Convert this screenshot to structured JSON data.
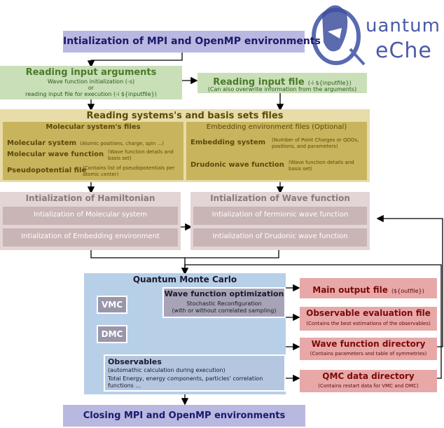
{
  "logo": {
    "line1": "uantum",
    "line2": "eChe"
  },
  "init_mpi": "Intialization of MPI and OpenMP environments",
  "reading_args": {
    "title": "Reading input arguments",
    "line1": "Wave function initialization (-s)",
    "line2": "or",
    "line3": "reading input file for execution (-i ${inputfile})"
  },
  "reading_file": {
    "title": "Reading input file",
    "title_note": "(-i ${inputfile})",
    "sub": "(Can also overwrite information from the arguments)"
  },
  "systems": {
    "title": "Reading systems's and basis sets files",
    "molecular": {
      "header": "Molecular system's files",
      "items": [
        {
          "name": "Molecular system",
          "note": "(Atomic positions, charge, spin ...)"
        },
        {
          "name": "Molecular wave function",
          "note1": "(Wave function details and",
          "note2": "basis set)"
        },
        {
          "name": "Pseudopotential file",
          "note1": "(Contains list of pseudopotentials per",
          "note2": "atomic center)"
        }
      ]
    },
    "embedding": {
      "header": "Embedding environment files (Optional)",
      "items": [
        {
          "name": "Embedding system",
          "note1": "(Number of Point Charges or QDOs,",
          "note2": "positions, and parameters)"
        },
        {
          "name": "Drudonic wave function",
          "note1": "(Wave function details and",
          "note2": "basis set)"
        }
      ]
    }
  },
  "hamiltonian": {
    "title": "Intialization of Hamiltonian",
    "items": [
      "Intialization of Molecular system",
      "Intialization of Embedding environment"
    ]
  },
  "wavefunction": {
    "title": "Intialization of Wave function",
    "items": [
      "Intialization of fermionic wave function",
      "Intialization of Drudonic wave function"
    ]
  },
  "qmc": {
    "title": "Quantum Monte Carlo",
    "vmc": "VMC",
    "dmc": "DMC",
    "opt": {
      "title": "Wave function optimization",
      "line1": "Stochastic Reconfiguration",
      "line2": "(with or without correlated sampling)"
    },
    "obs": {
      "title": "Observables",
      "line1": "(automathic calculation during execution)",
      "line2": "Total Energy, energy components, particles' correlation",
      "line3": "functions ..."
    }
  },
  "outputs": [
    {
      "title": "Main output file",
      "note": "(${outfile})"
    },
    {
      "title": "Observable evaluation file",
      "sub": "(Contains the best estimations of the observables)"
    },
    {
      "title": "Wave function directory",
      "sub": "(Contains parameters and table of symmetries)"
    },
    {
      "title": "QMC data directory",
      "sub": "(Contains restart data for VMC and DMC)"
    }
  ],
  "closing": "Closing MPI and OpenMP environments"
}
